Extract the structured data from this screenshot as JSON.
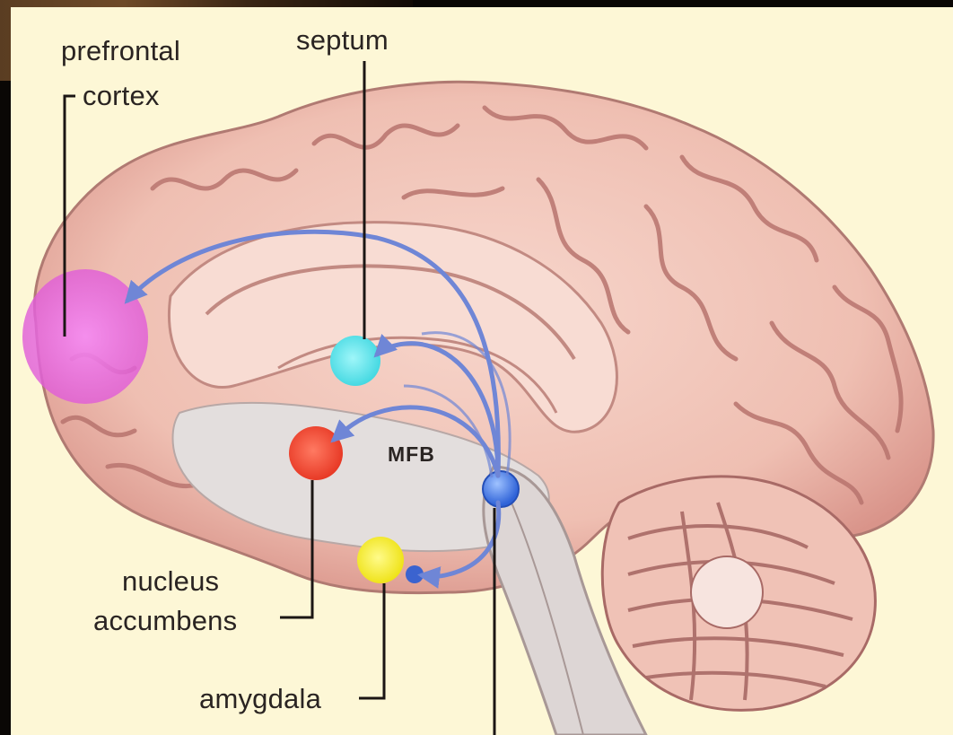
{
  "labels": {
    "prefrontal_cortex": [
      "prefrontal",
      "cortex"
    ],
    "septum": "septum",
    "nucleus_accumbens": [
      "nucleus",
      "accumbens"
    ],
    "amygdala": "amygdala",
    "mfb": "MFB"
  },
  "colors": {
    "background": "#fdf7d6",
    "brain_fill": "#f2c4b8",
    "brain_fold": "#a86a66",
    "pathway": "#6f86d6",
    "prefrontal": "#ee6ee4",
    "septum": "#5be3ea",
    "nucleus_accumbens": "#ee4a36",
    "amygdala": "#f5ee24",
    "vta": "#4a7de4"
  },
  "icons": [
    "brain-illustration",
    "arrow-icon"
  ]
}
